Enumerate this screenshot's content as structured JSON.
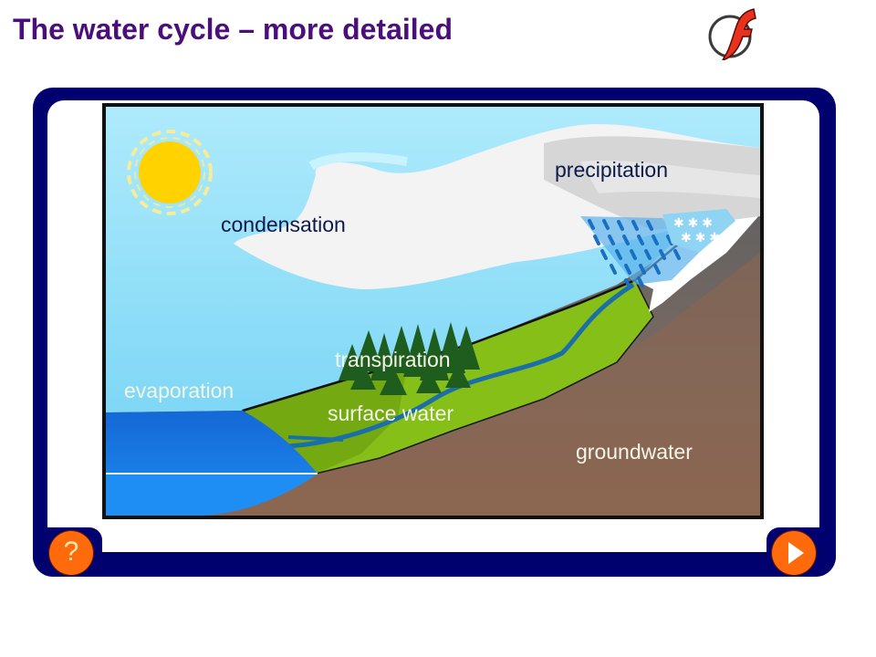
{
  "header": {
    "title": "The water cycle – more detailed",
    "logo_icon": "flash-player-logo"
  },
  "diagram": {
    "labels": {
      "condensation": "condensation",
      "precipitation": "precipitation",
      "evaporation": "evaporation",
      "transpiration": "transpiration",
      "surface_water": "surface water",
      "groundwater": "groundwater"
    },
    "elements": [
      "sun",
      "cloud",
      "rain",
      "snow",
      "mountain",
      "trees",
      "river",
      "lake",
      "ground"
    ]
  },
  "controls": {
    "help_label": "?",
    "help_icon": "question-icon",
    "next_icon": "play-arrow-icon"
  },
  "colors": {
    "title": "#4b0f7a",
    "frame": "#00006e",
    "button": "#ff6a0d",
    "sky": "#7fd6f5",
    "sun": "#ffd200",
    "grass": "#8cc21a",
    "soil": "#8c6650",
    "rock": "#6a6a6a",
    "lake": "#1a7fe0"
  }
}
